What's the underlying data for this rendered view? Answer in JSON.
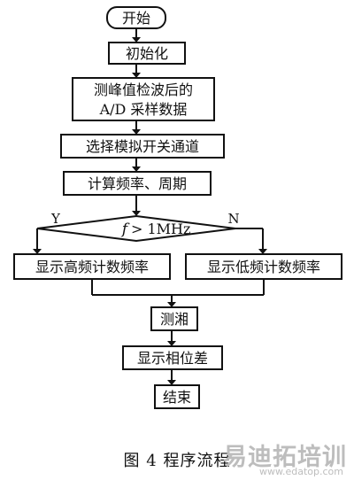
{
  "flowchart": {
    "start": "开始",
    "init": "初始化",
    "measure_line1": "测峰值检波后的",
    "measure_line2": "A/D 采样数据",
    "select_channel": "选择模拟开关通道",
    "calc": "计算频率、周期",
    "decision_f": "f",
    "decision_rest": "> 1MHz",
    "yes_label": "Y",
    "no_label": "N",
    "show_high": "显示高频计数频率",
    "show_low": "显示低频计数频率",
    "measure_phase": "测湘",
    "show_phase": "显示相位差",
    "end": "结束"
  },
  "caption": "图 4   程序流程",
  "watermark": {
    "text": "易迪拓培训",
    "url": "www.edatop.com"
  }
}
